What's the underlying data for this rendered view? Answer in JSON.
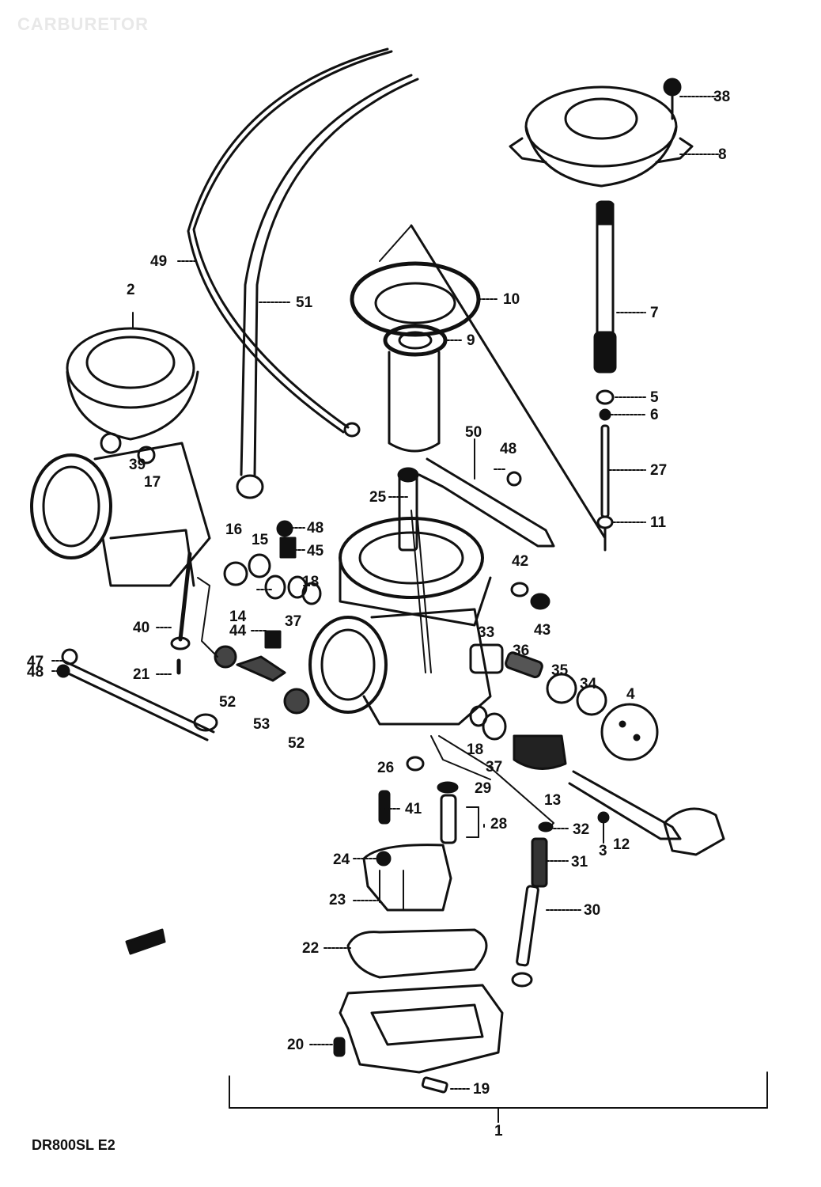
{
  "title": "CARBURETOR",
  "model_code": "DR800SL  E2",
  "assembly_label": "1",
  "callouts": [
    {
      "id": "c38",
      "text": "38"
    },
    {
      "id": "c8",
      "text": "8"
    },
    {
      "id": "c10",
      "text": "10"
    },
    {
      "id": "c9",
      "text": "9"
    },
    {
      "id": "c7",
      "text": "7"
    },
    {
      "id": "c5",
      "text": "5"
    },
    {
      "id": "c6",
      "text": "6"
    },
    {
      "id": "c27",
      "text": "27"
    },
    {
      "id": "c11",
      "text": "11"
    },
    {
      "id": "c49",
      "text": "49"
    },
    {
      "id": "c51",
      "text": "51"
    },
    {
      "id": "c2",
      "text": "2"
    },
    {
      "id": "c39",
      "text": "39"
    },
    {
      "id": "c17",
      "text": "17"
    },
    {
      "id": "c50",
      "text": "50"
    },
    {
      "id": "c48a",
      "text": "48"
    },
    {
      "id": "c25",
      "text": "25"
    },
    {
      "id": "c16",
      "text": "16"
    },
    {
      "id": "c15",
      "text": "15"
    },
    {
      "id": "c48b",
      "text": "48"
    },
    {
      "id": "c45",
      "text": "45"
    },
    {
      "id": "c18a",
      "text": "18"
    },
    {
      "id": "c14",
      "text": "14"
    },
    {
      "id": "c44",
      "text": "44"
    },
    {
      "id": "c37a",
      "text": "37"
    },
    {
      "id": "c40",
      "text": "40"
    },
    {
      "id": "c21",
      "text": "21"
    },
    {
      "id": "c47",
      "text": "47"
    },
    {
      "id": "c48c",
      "text": "48"
    },
    {
      "id": "c52a",
      "text": "52"
    },
    {
      "id": "c53",
      "text": "53"
    },
    {
      "id": "c52b",
      "text": "52"
    },
    {
      "id": "c42",
      "text": "42"
    },
    {
      "id": "c43",
      "text": "43"
    },
    {
      "id": "c33",
      "text": "33"
    },
    {
      "id": "c36",
      "text": "36"
    },
    {
      "id": "c35",
      "text": "35"
    },
    {
      "id": "c34",
      "text": "34"
    },
    {
      "id": "c4",
      "text": "4"
    },
    {
      "id": "c18b",
      "text": "18"
    },
    {
      "id": "c37b",
      "text": "37"
    },
    {
      "id": "c13",
      "text": "13"
    },
    {
      "id": "c26",
      "text": "26"
    },
    {
      "id": "c29",
      "text": "29"
    },
    {
      "id": "c41",
      "text": "41"
    },
    {
      "id": "c28",
      "text": "28"
    },
    {
      "id": "c32",
      "text": "32"
    },
    {
      "id": "c3",
      "text": "3"
    },
    {
      "id": "c12",
      "text": "12"
    },
    {
      "id": "c31",
      "text": "31"
    },
    {
      "id": "c24",
      "text": "24"
    },
    {
      "id": "c23",
      "text": "23"
    },
    {
      "id": "c30",
      "text": "30"
    },
    {
      "id": "c22",
      "text": "22"
    },
    {
      "id": "c20",
      "text": "20"
    },
    {
      "id": "c19",
      "text": "19"
    }
  ]
}
